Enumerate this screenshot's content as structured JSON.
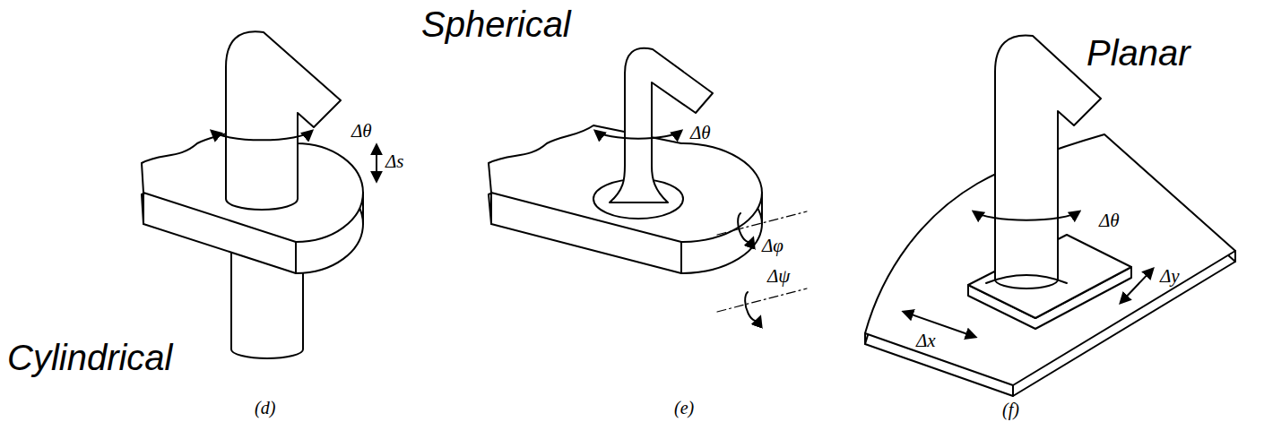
{
  "diagram": {
    "labels": [
      "Spherical",
      "Planar",
      "Cylindrical",
      "Δθ",
      "Δs",
      "(d)",
      "Δθ",
      "Δφ",
      "Δψ",
      "(e)",
      "Δθ",
      "Δy",
      "Δx",
      "(f)"
    ]
  }
}
